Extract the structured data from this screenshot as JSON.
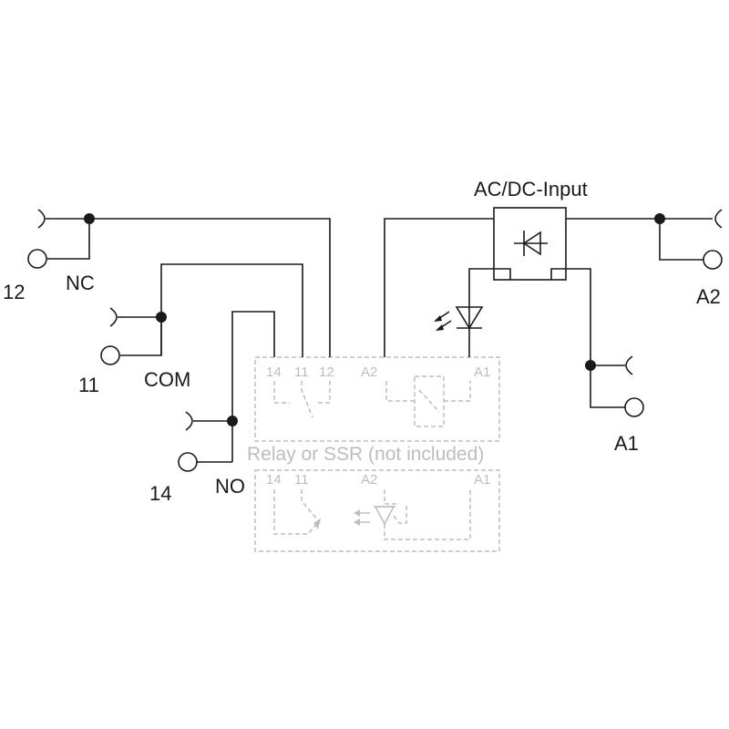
{
  "labels": {
    "nc_number": "12",
    "nc": "NC",
    "com_number": "11",
    "com": "COM",
    "no_number": "14",
    "no": "NO",
    "input_title": "AC/DC-Input",
    "a2": "A2",
    "a1": "A1"
  },
  "relay_box": {
    "title": "Relay or SSR (not included)",
    "relay_pins": {
      "p14": "14",
      "p11": "11",
      "p12": "12",
      "a2": "A2",
      "a1": "A1"
    },
    "ssr_pins": {
      "p14": "14",
      "p11": "11",
      "a2": "A2",
      "a1": "A1"
    }
  },
  "colors": {
    "line": "#1a1a1a",
    "ghost": "#bdbdbd"
  }
}
